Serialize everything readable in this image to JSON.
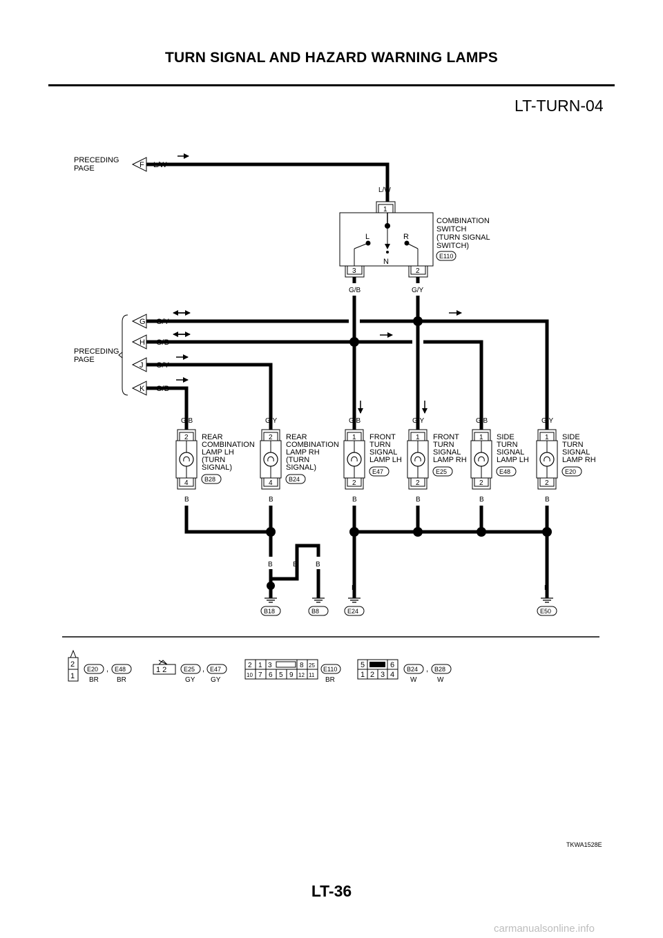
{
  "header": {
    "title": "TURN SIGNAL AND HAZARD WARNING LAMPS",
    "diagram_code": "LT-TURN-04"
  },
  "preceding_page": {
    "label_line1": "PRECEDING",
    "label_line2": "PAGE"
  },
  "flags": {
    "F": {
      "letter": "F",
      "wire": "L/W"
    },
    "G": {
      "letter": "G",
      "wire": "G/Y"
    },
    "H": {
      "letter": "H",
      "wire": "G/B"
    },
    "J": {
      "letter": "J",
      "wire": "G/Y"
    },
    "K": {
      "letter": "K",
      "wire": "G/B"
    }
  },
  "combination_switch": {
    "name": [
      "COMBINATION",
      "SWITCH",
      "(TURN SIGNAL",
      " SWITCH)"
    ],
    "connector": "E110",
    "in_wire": "L/W",
    "pin_in": "1",
    "pin_left": "3",
    "pin_right": "2",
    "pos_left": "L",
    "pos_right": "R",
    "pos_neutral": "N",
    "out_left_wire": "G/B",
    "out_right_wire": "G/Y"
  },
  "lamps": [
    {
      "id": "rear-lh",
      "wire_in": "G/B",
      "pin_top": "2",
      "pin_bottom": "4",
      "wire_out": "B",
      "name": [
        "REAR",
        "COMBINATION",
        "LAMP LH",
        "(TURN",
        " SIGNAL)"
      ],
      "connector": "B28"
    },
    {
      "id": "rear-rh",
      "wire_in": "G/Y",
      "pin_top": "2",
      "pin_bottom": "4",
      "wire_out": "B",
      "name": [
        "REAR",
        "COMBINATION",
        "LAMP RH",
        "(TURN",
        " SIGNAL)"
      ],
      "connector": "B24"
    },
    {
      "id": "front-lh",
      "wire_in": "G/B",
      "pin_top": "1",
      "pin_bottom": "2",
      "wire_out": "B",
      "name": [
        "FRONT",
        "TURN",
        "SIGNAL",
        "LAMP LH"
      ],
      "connector": "E47"
    },
    {
      "id": "front-rh",
      "wire_in": "G/Y",
      "pin_top": "1",
      "pin_bottom": "2",
      "wire_out": "B",
      "name": [
        "FRONT",
        "TURN",
        "SIGNAL",
        "LAMP RH"
      ],
      "connector": "E25"
    },
    {
      "id": "side-lh",
      "wire_in": "G/B",
      "pin_top": "1",
      "pin_bottom": "2",
      "wire_out": "B",
      "name": [
        "SIDE",
        "TURN",
        "SIGNAL",
        "LAMP LH"
      ],
      "connector": "E48"
    },
    {
      "id": "side-rh",
      "wire_in": "G/Y",
      "pin_top": "1",
      "pin_bottom": "2",
      "wire_out": "B",
      "name": [
        "SIDE",
        "TURN",
        "SIGNAL",
        "LAMP RH"
      ],
      "connector": "E20"
    }
  ],
  "grounds": [
    {
      "label": "B18",
      "wire": "B"
    },
    {
      "label": "B8",
      "wire": "B"
    },
    {
      "label": "E24",
      "wire": "B"
    },
    {
      "label": "E50",
      "wire": "B"
    }
  ],
  "bb_wire": "B",
  "connector_views": [
    {
      "pins_line1": "2",
      "pins_line2": "1",
      "ids": [
        "E20",
        "E48"
      ],
      "colors": [
        "BR",
        "BR"
      ]
    },
    {
      "pins": "1 2",
      "ids": [
        "E25",
        "E47"
      ],
      "colors": [
        "GY",
        "GY"
      ]
    },
    {
      "grid_top": [
        "2",
        "1",
        "3",
        "8",
        "25"
      ],
      "grid_bottom": [
        "10",
        "7",
        "6",
        "5",
        "9",
        "12",
        "11"
      ],
      "ids": [
        "E110"
      ],
      "colors": [
        "BR"
      ]
    },
    {
      "grid_top": [
        "5",
        "6"
      ],
      "grid_bottom": [
        "1",
        "2",
        "3",
        "4"
      ],
      "ids": [
        "B24",
        "B28"
      ],
      "colors": [
        "W",
        "W"
      ]
    }
  ],
  "figure_code": "TKWA1528E",
  "page_number": "LT-36",
  "watermark": "carmanualsonline.info"
}
